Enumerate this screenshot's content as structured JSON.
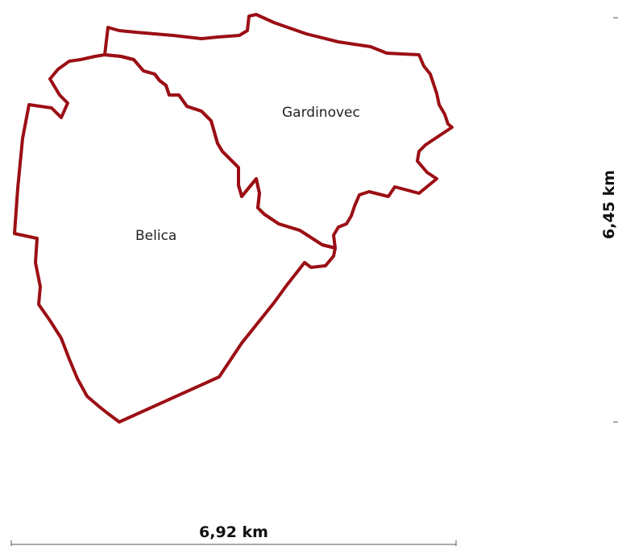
{
  "map": {
    "areas": [
      {
        "name": "Gardinovec"
      },
      {
        "name": "Belica"
      }
    ],
    "boundary_color": "#9b0f14",
    "scale": {
      "horizontal_label": "6,92 km",
      "vertical_label": "6,45 km"
    }
  }
}
